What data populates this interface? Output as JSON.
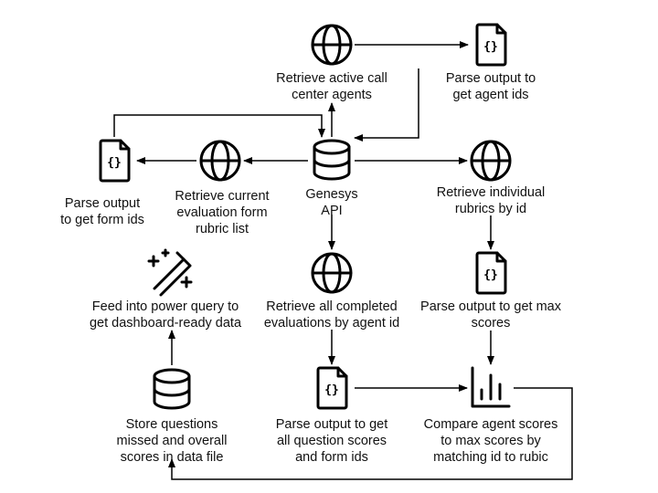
{
  "nodes": {
    "genesys_api": {
      "icon": "database-icon",
      "label": [
        "Genesys",
        "API"
      ]
    },
    "retrieve_agents": {
      "icon": "globe-icon",
      "label": [
        "Retrieve active call",
        "center agents"
      ]
    },
    "parse_agent_ids": {
      "icon": "code-file-icon",
      "label": [
        "Parse output to",
        "get agent ids"
      ]
    },
    "retrieve_forms": {
      "icon": "globe-icon",
      "label": [
        "Retrieve current",
        "evaluation form",
        "rubric list"
      ]
    },
    "parse_form_ids": {
      "icon": "code-file-icon",
      "label": [
        "Parse output",
        "to get form ids"
      ]
    },
    "retrieve_rubrics": {
      "icon": "globe-icon",
      "label": [
        "Retrieve individual",
        "rubrics by id"
      ]
    },
    "parse_max_scores": {
      "icon": "code-file-icon",
      "label": [
        "Parse output to get max",
        "scores"
      ]
    },
    "retrieve_evaluations": {
      "icon": "globe-icon",
      "label": [
        "Retrieve all completed",
        "evaluations by agent id"
      ]
    },
    "parse_question_scores": {
      "icon": "code-file-icon",
      "label": [
        "Parse output to get",
        "all question scores",
        "and form ids"
      ]
    },
    "compare_scores": {
      "icon": "bar-chart-icon",
      "label": [
        "Compare agent scores",
        "to max scores by",
        "matching id to rubic"
      ]
    },
    "store_data": {
      "icon": "database-icon",
      "label": [
        "Store questions",
        "missed and overall",
        "scores in data file"
      ]
    },
    "power_query": {
      "icon": "magic-wand-icon",
      "label": [
        "Feed into power query to",
        "get dashboard-ready data"
      ]
    }
  },
  "edges": [
    [
      "genesys_api",
      "retrieve_agents"
    ],
    [
      "retrieve_agents",
      "parse_agent_ids"
    ],
    [
      "parse_agent_ids",
      "genesys_api"
    ],
    [
      "genesys_api",
      "retrieve_forms"
    ],
    [
      "retrieve_forms",
      "parse_form_ids"
    ],
    [
      "parse_form_ids",
      "genesys_api"
    ],
    [
      "genesys_api",
      "retrieve_rubrics"
    ],
    [
      "retrieve_rubrics",
      "parse_max_scores"
    ],
    [
      "parse_max_scores",
      "compare_scores"
    ],
    [
      "genesys_api",
      "retrieve_evaluations"
    ],
    [
      "retrieve_evaluations",
      "parse_question_scores"
    ],
    [
      "parse_question_scores",
      "compare_scores"
    ],
    [
      "compare_scores",
      "store_data"
    ],
    [
      "store_data",
      "power_query"
    ]
  ]
}
